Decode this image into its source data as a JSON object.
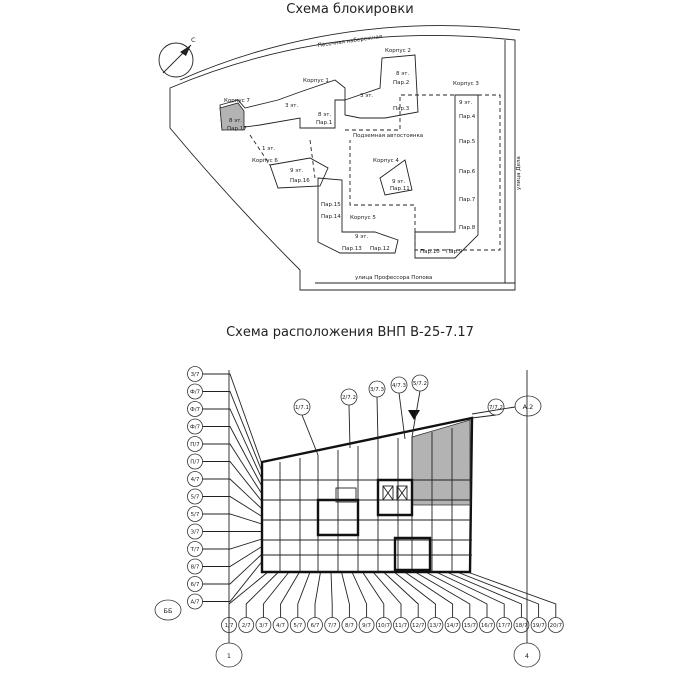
{
  "site_plan": {
    "title": "Схема блокировки",
    "north": "С",
    "streets": {
      "embankment": "Песочная набережная",
      "bottom": "улица Профессора Попова",
      "right": "улица Дела"
    },
    "parking": "Подземная автостоянка",
    "buildings": [
      "Корпус 1",
      "Корпус 2",
      "Корпус 3",
      "Корпус 4",
      "Корпус 5",
      "Корпус 6",
      "Корпус 7"
    ],
    "floors": [
      "8 эт.",
      "3 эт.",
      "8 эт.",
      "3 эт.",
      "8 эт.",
      "9 эт.",
      "1 эт.",
      "9 эт.",
      "9 эт.",
      "9 эт."
    ],
    "entrances": [
      "Пар.17",
      "Пар.1",
      "Пар.2",
      "Пар.3",
      "Пар.4",
      "Пар.5",
      "Пар.6",
      "Пар.7",
      "Пар.8",
      "Пар.9",
      "Пар.10",
      "Пар.11",
      "Пар.12",
      "Пар.13",
      "Пар.14",
      "Пар.15",
      "Пар.16"
    ]
  },
  "floor_plan": {
    "title": "Схема расположения ВНП В-25-7.17",
    "grid_top_right": "А.2",
    "grid_left_bottom": "ББ",
    "grid_bottom_left": "1",
    "grid_bottom_right": "4",
    "left_bubbles": [
      "3/7",
      "Ф/7",
      "Ф/7",
      "Ф/7",
      "П/7",
      "П/7",
      "4/7",
      "5/7",
      "5/7",
      "З/7",
      "Т/7",
      "8/7",
      "6/7",
      "А/7"
    ],
    "top_bubbles": [
      "1/7.1",
      "2/7.2",
      "3/7.3",
      "4/7.3",
      "5/7.2",
      "7/7.2"
    ],
    "bottom_bubbles": [
      "1/7",
      "2/7",
      "3/7",
      "4/7",
      "5/7",
      "6/7",
      "7/7",
      "8/7",
      "9/7",
      "10/7",
      "11/7",
      "12/7",
      "13/7",
      "14/7",
      "15/7",
      "16/7",
      "17/7",
      "18/7",
      "19/7",
      "20/7"
    ]
  },
  "colors": {
    "highlight": "#b3b3b3",
    "line": "#222222"
  }
}
